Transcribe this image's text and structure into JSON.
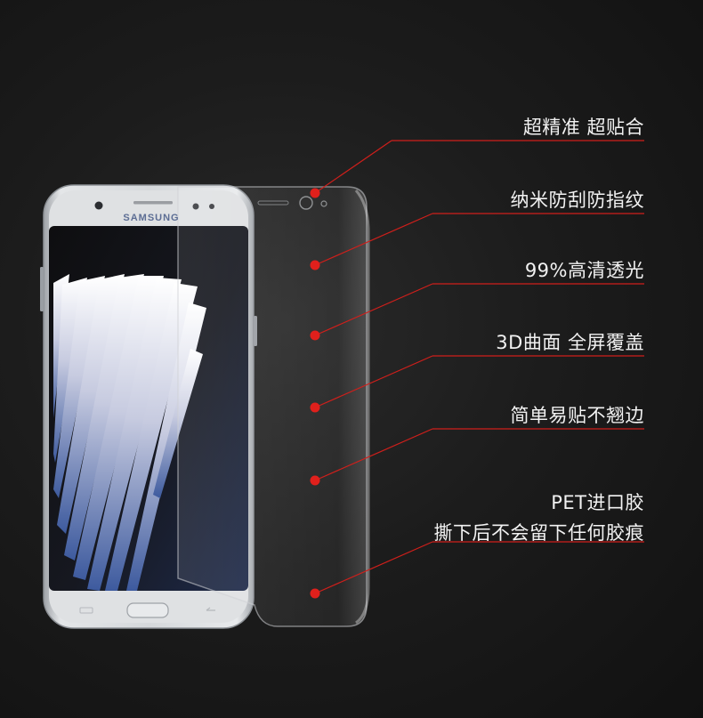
{
  "phone": {
    "brand": "SAMSUNG"
  },
  "features": [
    {
      "text": "超精准 超贴合"
    },
    {
      "text": "纳米防刮防指纹"
    },
    {
      "text": "99%高清透光"
    },
    {
      "text": "3D曲面 全屏覆盖"
    },
    {
      "text": "简单易贴不翘边"
    },
    {
      "text": "PET进口胶",
      "text2": "撕下后不会留下任何胶痕"
    }
  ],
  "colors": {
    "background": "#1c1c1c",
    "accent_red": "#e0201c",
    "text": "#f2f2f2",
    "phone_frame": "#c9ccd0",
    "screen_blue": "#3d5a9e"
  }
}
